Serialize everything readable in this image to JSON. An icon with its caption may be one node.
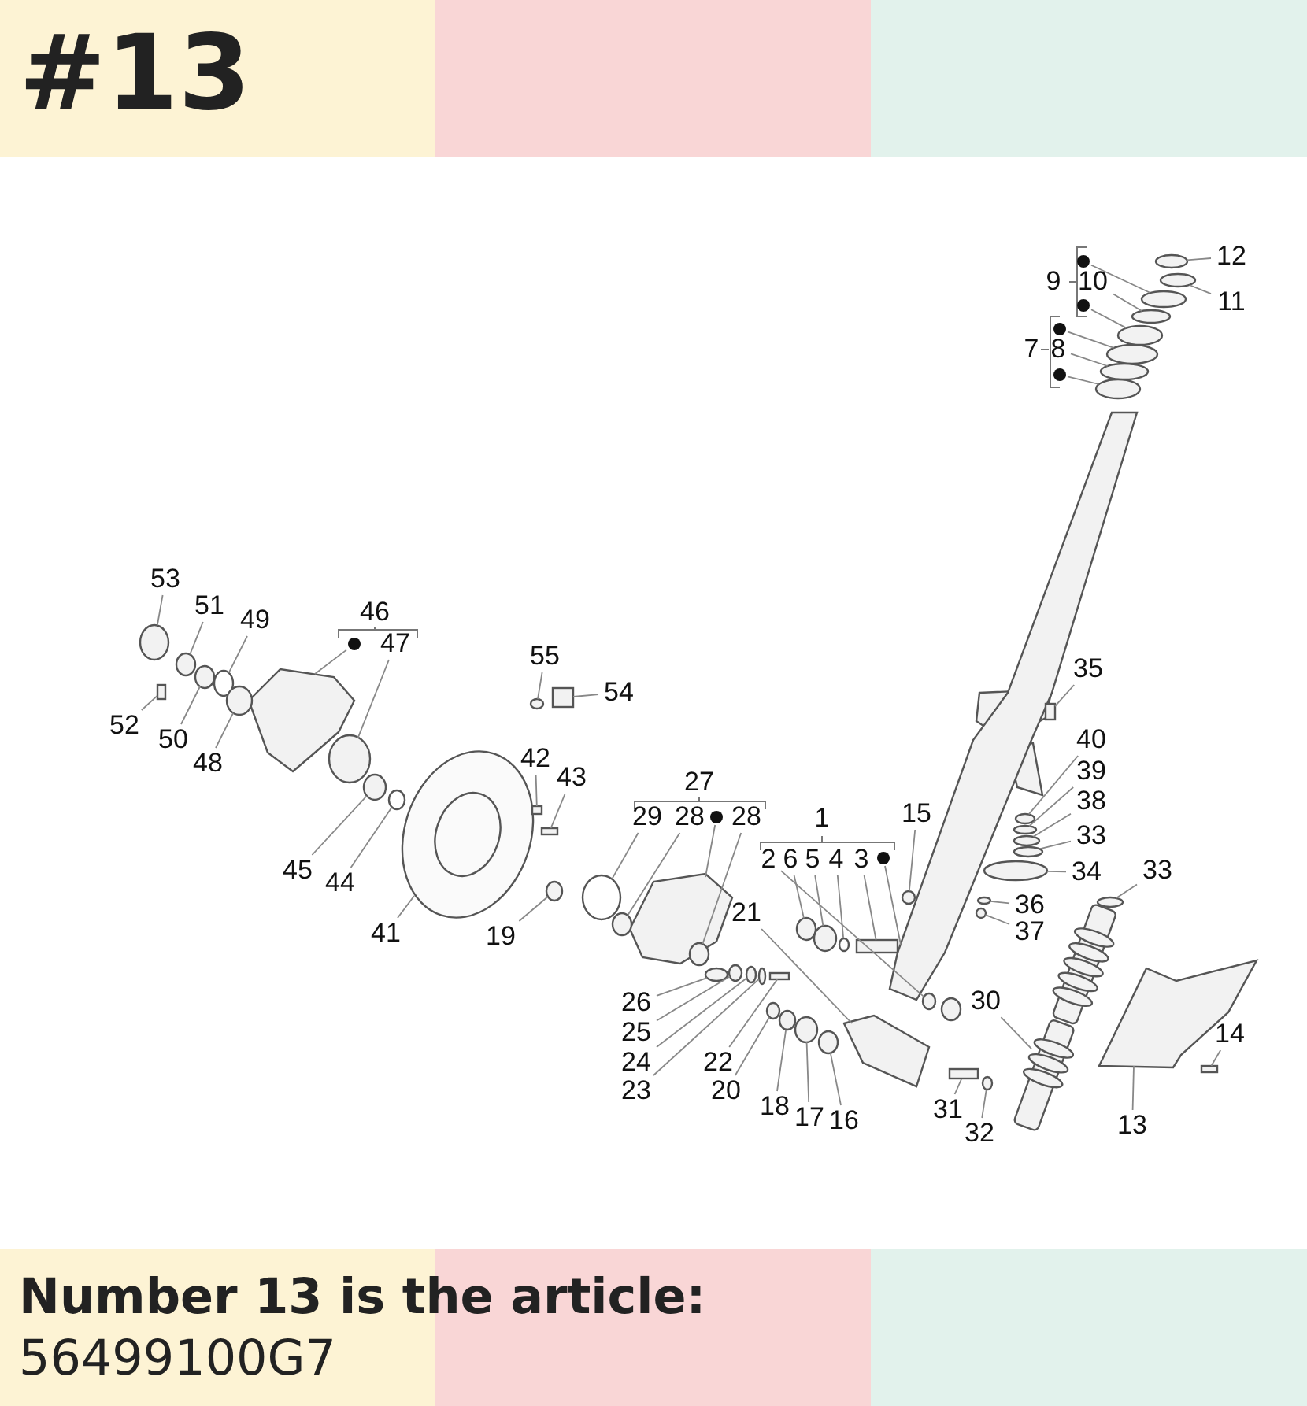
{
  "diagram": {
    "title": "#13",
    "caption": "Number 13 is the article:",
    "nodes": [
      {
        "text": [
          "12"
        ]
      },
      {
        "text": [
          "9"
        ]
      },
      {
        "text": [
          "10"
        ]
      },
      {
        "text": [],
        "shape": "circle"
      },
      {
        "text": [],
        "shape": "circle"
      },
      {
        "text": [
          "11"
        ]
      },
      {
        "text": [
          "7"
        ]
      },
      {
        "text": [
          "8"
        ]
      },
      {
        "text": [],
        "shape": "circle"
      },
      {
        "text": [],
        "shape": "circle"
      },
      {
        "text": [
          "53"
        ]
      },
      {
        "text": [
          "51"
        ]
      },
      {
        "text": [
          "46"
        ]
      },
      {
        "text": [
          "49"
        ]
      },
      {
        "text": [
          "47"
        ]
      },
      {
        "text": [],
        "shape": "circle"
      },
      {
        "text": [
          "55"
        ]
      },
      {
        "text": [
          "35"
        ]
      },
      {
        "text": [
          "54"
        ]
      },
      {
        "text": [
          "52"
        ]
      },
      {
        "text": [
          "50"
        ]
      },
      {
        "text": [
          "40"
        ]
      },
      {
        "text": [
          "42"
        ]
      },
      {
        "text": [
          "48"
        ]
      },
      {
        "text": [
          "39"
        ]
      },
      {
        "text": [
          "43"
        ]
      },
      {
        "text": [
          "27"
        ]
      },
      {
        "text": [
          "38"
        ]
      },
      {
        "text": [
          "29"
        ]
      },
      {
        "text": [
          "28"
        ]
      },
      {
        "text": [],
        "shape": "circle"
      },
      {
        "text": [
          "28"
        ]
      },
      {
        "text": [
          "1"
        ]
      },
      {
        "text": [
          "15"
        ]
      },
      {
        "text": [
          "33"
        ]
      },
      {
        "text": [
          "2"
        ]
      },
      {
        "text": [
          "6"
        ]
      },
      {
        "text": [
          "5"
        ]
      },
      {
        "text": [
          "4"
        ]
      },
      {
        "text": [
          "3"
        ]
      },
      {
        "text": [],
        "shape": "circle"
      },
      {
        "text": [
          "45"
        ]
      },
      {
        "text": [
          "33"
        ]
      },
      {
        "text": [
          "34"
        ]
      },
      {
        "text": [
          "44"
        ]
      },
      {
        "text": [
          "36"
        ]
      },
      {
        "text": [
          "21"
        ]
      },
      {
        "text": [
          "41"
        ]
      },
      {
        "text": [
          "37"
        ]
      },
      {
        "text": [
          "19"
        ]
      },
      {
        "text": [
          "26"
        ]
      },
      {
        "text": [
          "30"
        ]
      },
      {
        "text": [
          "14"
        ]
      },
      {
        "text": [
          "25"
        ]
      },
      {
        "text": [
          "24"
        ]
      },
      {
        "text": [
          "22"
        ]
      },
      {
        "text": [
          "23"
        ]
      },
      {
        "text": [
          "20"
        ]
      },
      {
        "text": [
          "18"
        ]
      },
      {
        "text": [
          "31"
        ]
      },
      {
        "text": [
          "17"
        ]
      },
      {
        "text": [
          "16"
        ]
      },
      {
        "text": [
          "13"
        ]
      },
      {
        "text": [
          "32"
        ]
      },
      {
        "text": [],
        "shape": "circle"
      },
      {
        "text": [],
        "shape": "circle"
      },
      {
        "text": [],
        "shape": "circle"
      },
      {
        "text": [],
        "shape": "circle"
      },
      {
        "text": [],
        "shape": "circle"
      },
      {
        "text": [],
        "shape": "circle"
      },
      {
        "text": [],
        "shape": "circle"
      },
      {
        "text": [],
        "shape": "circle"
      },
      {
        "text": [],
        "shape": "circle"
      },
      {
        "text": [],
        "shape": "circle"
      },
      {
        "text": [],
        "shape": "circle"
      },
      {
        "text": [],
        "shape": "circle"
      },
      {
        "text": [],
        "shape": "picture"
      },
      {
        "text": [],
        "shape": "circle"
      },
      {
        "text": [],
        "shape": "box"
      },
      {
        "text": [],
        "shape": "box"
      },
      {
        "text": [],
        "shape": "box"
      },
      {
        "text": [],
        "shape": "circle"
      },
      {
        "text": [],
        "shape": "circle"
      },
      {
        "text": [],
        "shape": "box"
      },
      {
        "text": [],
        "shape": "circle"
      },
      {
        "text": [],
        "shape": "circle"
      },
      {
        "text": [],
        "shape": "box"
      },
      {
        "text": [],
        "shape": "circle"
      },
      {
        "text": [],
        "shape": "circle"
      },
      {
        "text": [],
        "shape": "circle"
      },
      {
        "text": [],
        "shape": "picture"
      },
      {
        "text": [],
        "shape": "circle"
      },
      {
        "text": [],
        "shape": "circle"
      },
      {
        "text": [],
        "shape": "circle"
      },
      {
        "text": [],
        "shape": "circle"
      },
      {
        "text": [],
        "shape": "circle"
      },
      {
        "text": [],
        "shape": "circle"
      },
      {
        "text": [],
        "shape": "circle"
      },
      {
        "text": [],
        "shape": "box"
      },
      {
        "text": [],
        "shape": "picture"
      },
      {
        "text": [],
        "shape": "circle"
      },
      {
        "text": [],
        "shape": "circle"
      },
      {
        "text": [],
        "shape": "circle"
      },
      {
        "text": [],
        "shape": "circle"
      },
      {
        "text": [],
        "shape": "circle"
      },
      {
        "text": [],
        "shape": "picture"
      },
      {
        "text": [],
        "shape": "picture"
      },
      {
        "text": [],
        "shape": "circle"
      },
      {
        "text": [],
        "shape": "circle"
      },
      {
        "text": [],
        "shape": "circle"
      },
      {
        "text": [],
        "shape": "picture"
      },
      {
        "text": [],
        "shape": "box"
      },
      {
        "text": [],
        "shape": "circle"
      },
      {
        "text": [],
        "shape": "circle"
      },
      {
        "text": [],
        "shape": "box"
      },
      {
        "text": [],
        "shape": "circle"
      },
      {
        "text": [],
        "shape": "circle"
      },
      {
        "text": [],
        "shape": "circle"
      },
      {
        "text": [],
        "shape": "box"
      },
      {
        "text": [],
        "shape": "circle"
      },
      {
        "text": [],
        "shape": "circle"
      },
      {
        "text": [],
        "shape": "picture"
      },
      {
        "text": [],
        "shape": "circle"
      }
    ],
    "edges": [
      {
        "from": 0,
        "to": 64,
        "arrow": "none"
      },
      {
        "from": 2,
        "to": 65,
        "arrow": "none"
      },
      {
        "from": 3,
        "to": 66,
        "arrow": "none"
      },
      {
        "from": 4,
        "to": 67,
        "arrow": "none"
      },
      {
        "from": 5,
        "to": 68,
        "arrow": "none"
      },
      {
        "from": 7,
        "to": 69,
        "arrow": "none"
      },
      {
        "from": 8,
        "to": 70,
        "arrow": "none"
      },
      {
        "from": 9,
        "to": 71,
        "arrow": "none"
      },
      {
        "from": 10,
        "to": 72,
        "arrow": "none"
      },
      {
        "from": 11,
        "to": 73,
        "arrow": "none"
      },
      {
        "from": 13,
        "to": 74,
        "arrow": "none"
      },
      {
        "from": 14,
        "to": 75,
        "arrow": "none"
      },
      {
        "from": 15,
        "to": 76,
        "arrow": "none"
      },
      {
        "from": 16,
        "to": 77,
        "arrow": "none"
      },
      {
        "from": 17,
        "to": 78,
        "arrow": "none"
      },
      {
        "from": 18,
        "to": 79,
        "arrow": "none"
      },
      {
        "from": 19,
        "to": 80,
        "arrow": "none"
      },
      {
        "from": 20,
        "to": 81,
        "arrow": "none"
      },
      {
        "from": 21,
        "to": 82,
        "arrow": "none"
      },
      {
        "from": 22,
        "to": 83,
        "arrow": "none"
      },
      {
        "from": 23,
        "to": 84,
        "arrow": "none"
      },
      {
        "from": 24,
        "to": 85,
        "arrow": "none"
      },
      {
        "from": 25,
        "to": 86,
        "arrow": "none"
      },
      {
        "from": 27,
        "to": 87,
        "arrow": "none"
      },
      {
        "from": 28,
        "to": 88,
        "arrow": "none"
      },
      {
        "from": 29,
        "to": 89,
        "arrow": "none"
      },
      {
        "from": 30,
        "to": 90,
        "arrow": "none"
      },
      {
        "from": 31,
        "to": 91,
        "arrow": "none"
      },
      {
        "from": 33,
        "to": 92,
        "arrow": "none"
      },
      {
        "from": 34,
        "to": 93,
        "arrow": "none"
      },
      {
        "from": 35,
        "to": 94,
        "arrow": "none"
      },
      {
        "from": 36,
        "to": 95,
        "arrow": "none"
      },
      {
        "from": 37,
        "to": 96,
        "arrow": "none"
      },
      {
        "from": 38,
        "to": 97,
        "arrow": "none"
      },
      {
        "from": 39,
        "to": 98,
        "arrow": "none"
      },
      {
        "from": 40,
        "to": 99,
        "arrow": "none"
      },
      {
        "from": 41,
        "to": 100,
        "arrow": "none"
      },
      {
        "from": 42,
        "to": 101,
        "arrow": "none"
      },
      {
        "from": 43,
        "to": 102,
        "arrow": "none"
      },
      {
        "from": 44,
        "to": 103,
        "arrow": "none"
      },
      {
        "from": 45,
        "to": 104,
        "arrow": "none"
      },
      {
        "from": 46,
        "to": 105,
        "arrow": "none"
      },
      {
        "from": 47,
        "to": 106,
        "arrow": "none"
      },
      {
        "from": 48,
        "to": 107,
        "arrow": "none"
      },
      {
        "from": 49,
        "to": 108,
        "arrow": "none"
      },
      {
        "from": 50,
        "to": 109,
        "arrow": "none"
      },
      {
        "from": 51,
        "to": 110,
        "arrow": "none"
      },
      {
        "from": 52,
        "to": 111,
        "arrow": "none"
      },
      {
        "from": 53,
        "to": 112,
        "arrow": "none"
      },
      {
        "from": 54,
        "to": 113,
        "arrow": "none"
      },
      {
        "from": 55,
        "to": 114,
        "arrow": "none"
      },
      {
        "from": 56,
        "to": 115,
        "arrow": "none"
      },
      {
        "from": 57,
        "to": 116,
        "arrow": "none"
      },
      {
        "from": 58,
        "to": 117,
        "arrow": "none"
      },
      {
        "from": 59,
        "to": 118,
        "arrow": "none"
      },
      {
        "from": 60,
        "to": 119,
        "arrow": "none"
      },
      {
        "from": 61,
        "to": 120,
        "arrow": "none"
      },
      {
        "from": 62,
        "to": 121,
        "arrow": "none"
      },
      {
        "from": 63,
        "to": 122,
        "arrow": "none"
      }
    ],
    "labels": [
      "56499100G7"
    ]
  }
}
